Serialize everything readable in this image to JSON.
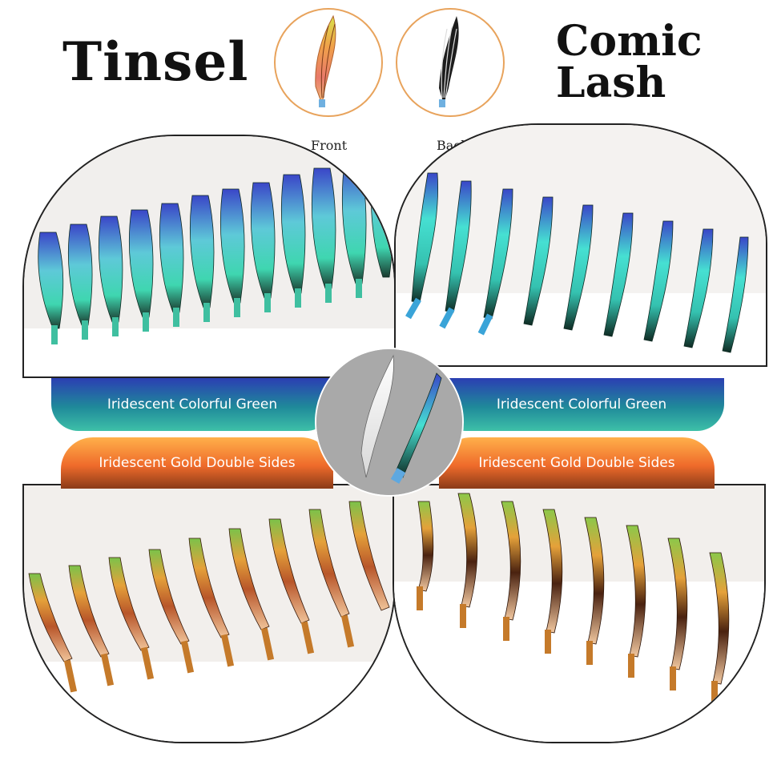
{
  "header": {
    "left_title": "Tinsel",
    "right_title_line1": "Comic",
    "right_title_line2": "Lash"
  },
  "thumbnails": {
    "front_caption": "Front",
    "back_caption": "Back"
  },
  "bands": {
    "green_left": "Iridescent Colorful Green",
    "green_right": "Iridescent Colorful Green",
    "gold_left": "Iridescent Gold Double Sides",
    "gold_right": "Iridescent Gold Double Sides"
  },
  "colors": {
    "green_band_top": "#2b3fb3",
    "green_band_bottom": "#3ec0a8",
    "gold_band_top": "#ffb04a",
    "gold_band_bottom": "#8a3b18",
    "lash_green": "#3fd6b0",
    "lash_blue": "#3a46c8",
    "lash_gold": "#e5a13a"
  }
}
